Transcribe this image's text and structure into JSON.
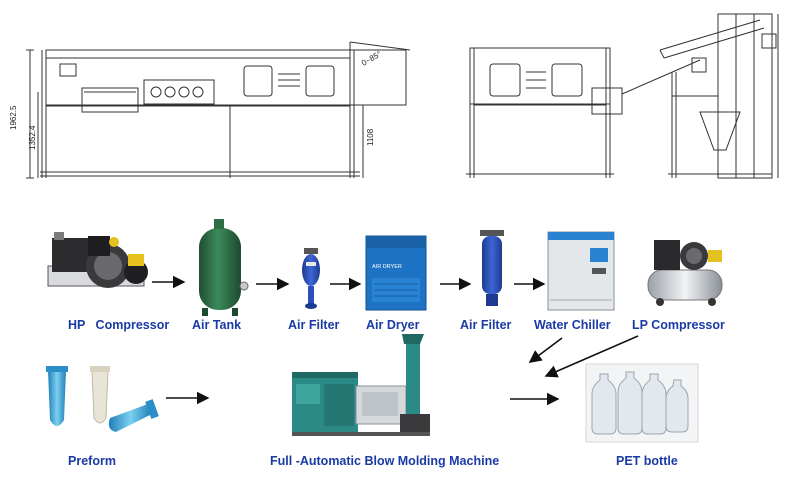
{
  "drawing": {
    "dimensions": [
      "1962.5",
      "1352.4",
      "1108",
      "0~85°"
    ]
  },
  "process_flow": {
    "row1": [
      "HP   Compressor",
      "Air Tank",
      "Air Filter",
      "Air Dryer",
      "Air Filter",
      "Water Chiller",
      "LP Compressor"
    ],
    "row2": [
      "Preform",
      "Full -Automatic Blow Molding Machine",
      "PET bottle"
    ],
    "dryer_panel_text": "AIR DRYER"
  },
  "colors": {
    "label_blue": "#1a3aa6",
    "tank_green": "#2f6e45",
    "filter_blue": "#2a4fb8",
    "dryer_blue": "#1f73c4",
    "preform_blue": "#3aa6d8",
    "machine_teal": "#2b8a86"
  }
}
